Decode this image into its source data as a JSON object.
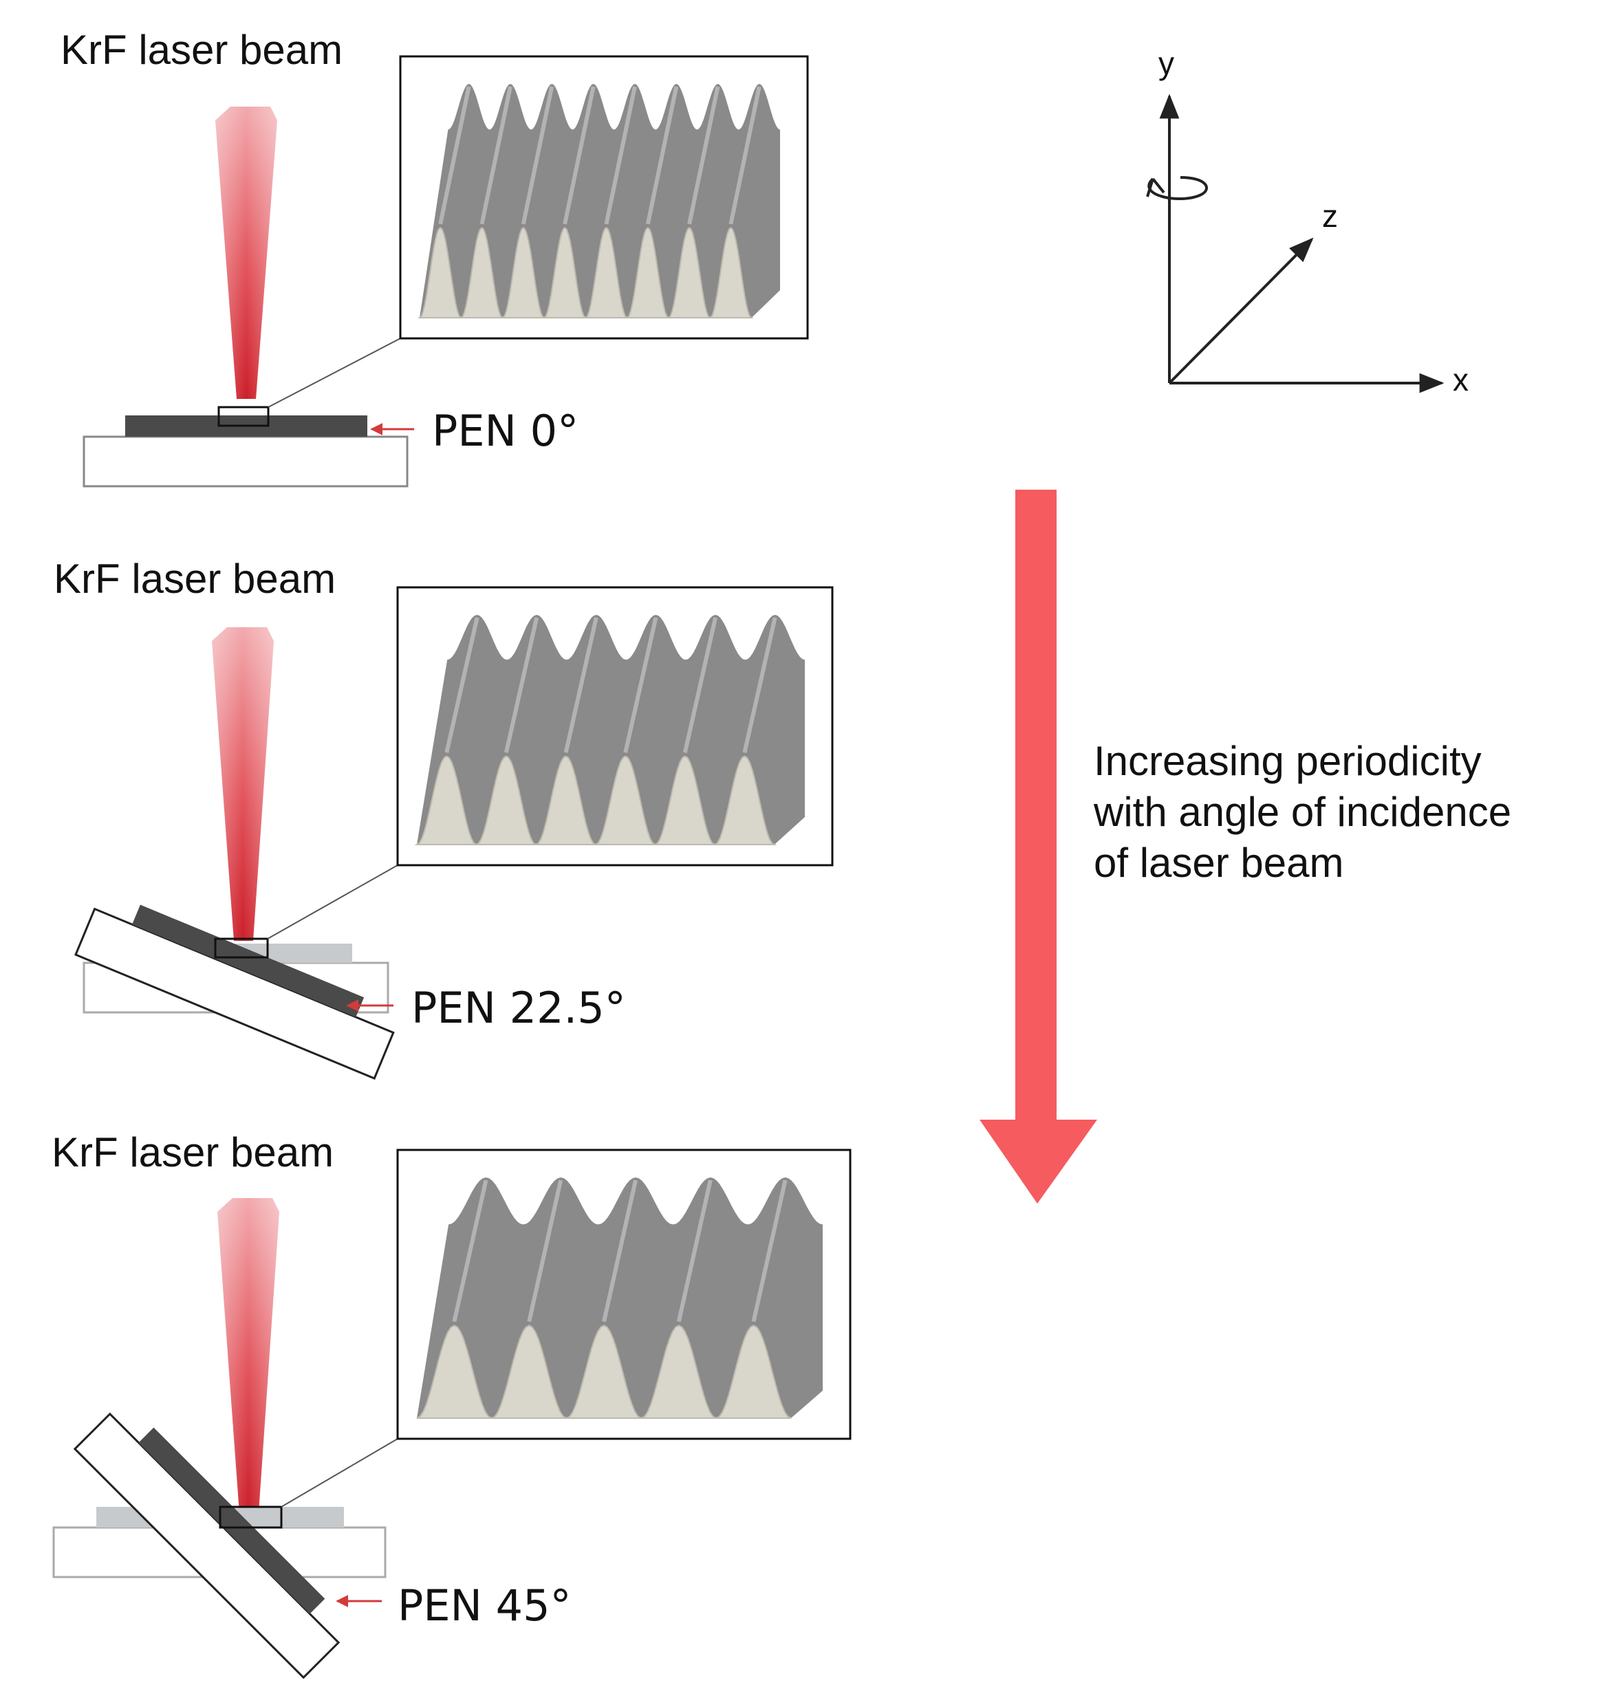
{
  "panels": [
    {
      "beam_label": "KrF laser beam",
      "sample_label": "PEN 0°",
      "tilt_deg": 0,
      "ripple_count": 8
    },
    {
      "beam_label": "KrF laser beam",
      "sample_label": "PEN 22.5°",
      "tilt_deg": 22.5,
      "ripple_count": 6
    },
    {
      "beam_label": "KrF laser beam",
      "sample_label": "PEN 45°",
      "tilt_deg": 45,
      "ripple_count": 5
    }
  ],
  "axes": {
    "x": "x",
    "y": "y",
    "z": "z"
  },
  "trend": {
    "lines": [
      "Increasing periodicity",
      "with angle of incidence",
      "of laser beam"
    ],
    "arrow_color": "#f55b5f"
  },
  "colors": {
    "laser": "#d8323a",
    "pen_film": "#4a4a4a",
    "ripple_ridge": "#8a8a8a",
    "ripple_base": "#d9d6cc",
    "pointer": "#d43a3a"
  }
}
